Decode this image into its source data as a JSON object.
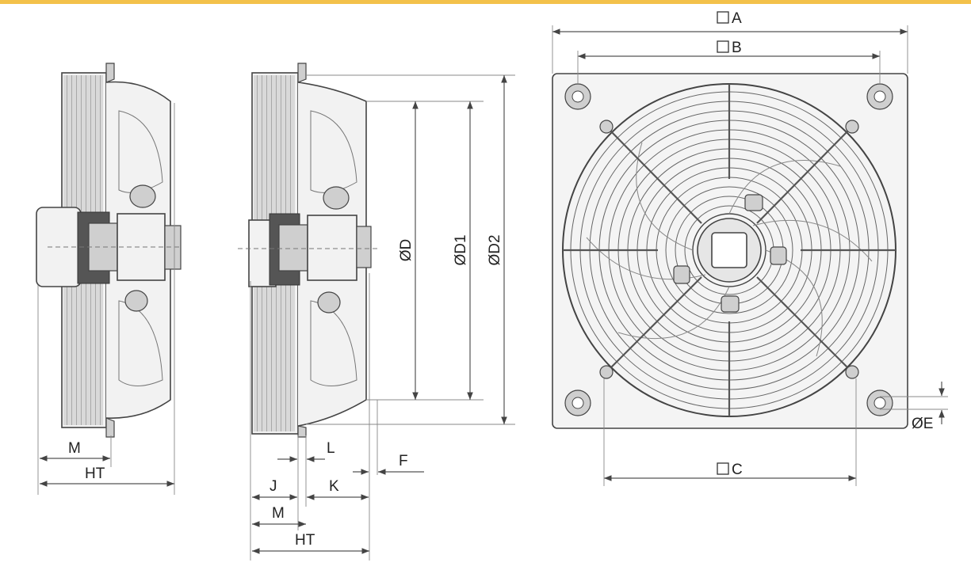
{
  "colors": {
    "top_band": "#f3c14a",
    "line": "#444444",
    "fill": "#f2f2f2"
  },
  "labels": {
    "A": "A",
    "B": "B",
    "C": "C",
    "D": "ØD",
    "D1": "ØD1",
    "D2": "ØD2",
    "E": "ØE",
    "F": "F",
    "J": "J",
    "K": "K",
    "L": "L",
    "M": "M",
    "HT": "HT"
  }
}
